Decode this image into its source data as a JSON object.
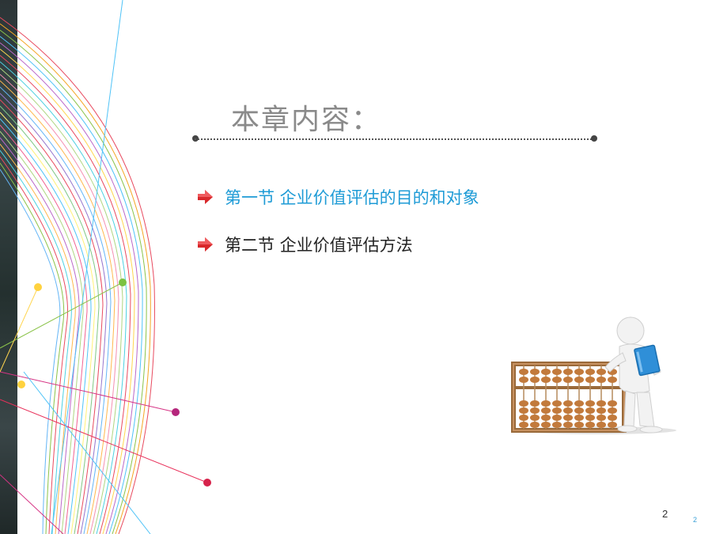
{
  "slide": {
    "title": "本章内容：",
    "items": [
      {
        "label": "第一节  企业价值评估的目的和对象",
        "active": true
      },
      {
        "label": "第二节   企业价值评估方法",
        "active": false
      }
    ],
    "page_number": "2",
    "page_number_small": "2"
  },
  "icons": {
    "bullet": "red-arrow-icon",
    "illustration": "abacus-figure-icon"
  },
  "colors": {
    "active_item": "#1e9bd6",
    "normal_item": "#222222",
    "title": "#8a8a8a",
    "bullet": "#d8282b"
  }
}
